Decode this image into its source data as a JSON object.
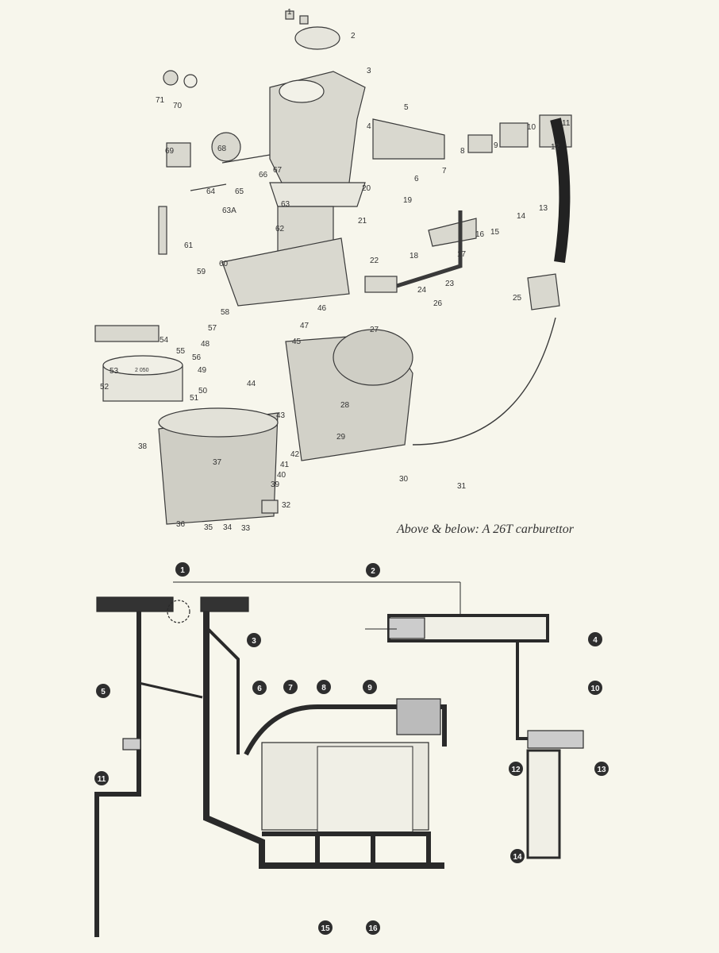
{
  "caption": "Above & below: A 26T carburettor",
  "exploded_view": {
    "part_numbers": [
      "1",
      "2",
      "3",
      "4",
      "5",
      "6",
      "7",
      "8",
      "9",
      "10",
      "11",
      "12",
      "13",
      "14",
      "15",
      "16",
      "17",
      "18",
      "19",
      "20",
      "21",
      "22",
      "23",
      "24",
      "25",
      "26",
      "27",
      "28",
      "29",
      "30",
      "31",
      "32",
      "33",
      "34",
      "35",
      "36",
      "37",
      "38",
      "39",
      "40",
      "41",
      "42",
      "43",
      "44",
      "45",
      "46",
      "47",
      "48",
      "49",
      "50",
      "51",
      "52",
      "53",
      "54",
      "55",
      "56",
      "57",
      "58",
      "59",
      "60",
      "61",
      "62",
      "63",
      "63A",
      "64",
      "65",
      "66",
      "67",
      "68",
      "69",
      "70",
      "71"
    ],
    "float_bowl_marking": "2 050"
  },
  "cutaway_view": {
    "callouts": [
      "1",
      "2",
      "3",
      "4",
      "5",
      "6",
      "7",
      "8",
      "9",
      "10",
      "11",
      "12",
      "13",
      "14",
      "15",
      "16"
    ]
  },
  "colors": {
    "paper": "#f7f6ec",
    "ink": "#2a2a2a",
    "callout_fill": "#2e2e2e"
  }
}
